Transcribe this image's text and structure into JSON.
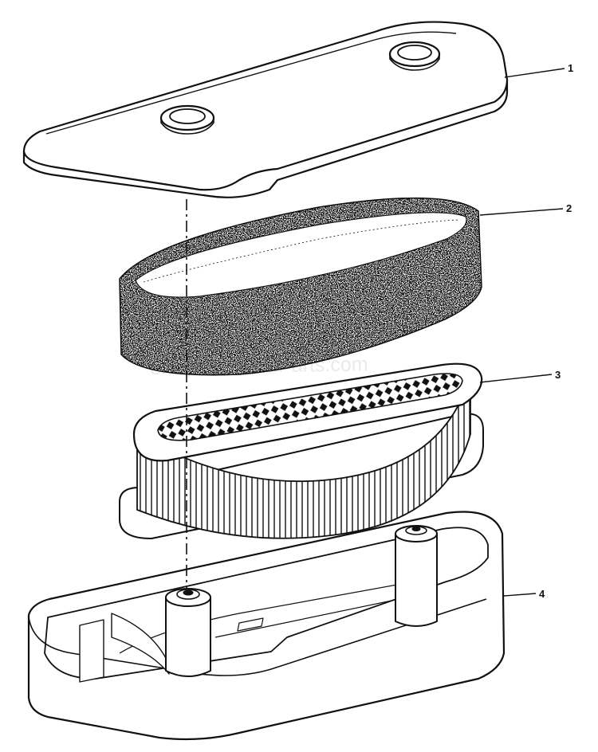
{
  "watermark": "eReplacementParts.com",
  "callouts": [
    {
      "id": "1",
      "label": "1"
    },
    {
      "id": "2",
      "label": "2"
    },
    {
      "id": "3",
      "label": "3"
    },
    {
      "id": "4",
      "label": "4"
    }
  ],
  "colors": {
    "ink": "#111111",
    "paper": "#ffffff",
    "watermark": "#d8d8d8"
  }
}
